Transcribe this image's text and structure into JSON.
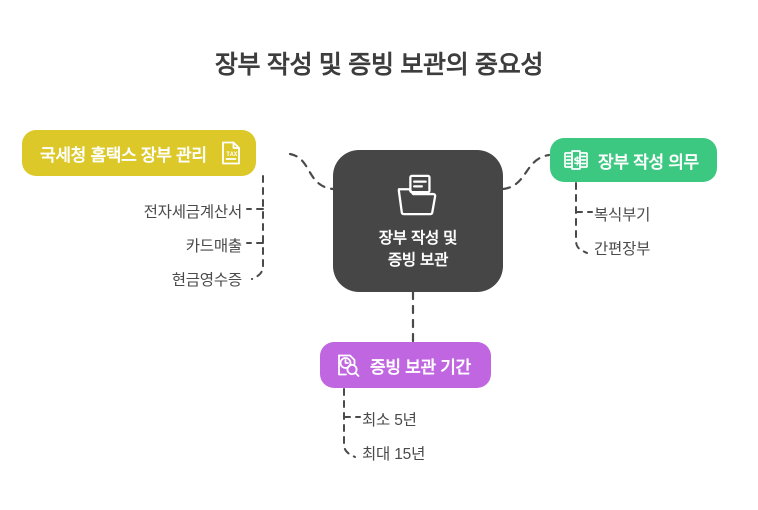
{
  "title": "장부 작성 및 증빙 보관의 중요성",
  "colors": {
    "background": "#ffffff",
    "title_text": "#3d3d3d",
    "center_node": "#464646",
    "hometax_node": "#DCC828",
    "duty_node": "#3DC882",
    "period_node": "#C066E0",
    "connector": "#4a4a4a",
    "leaf_text": "#4a4a4a"
  },
  "center": {
    "label_line1": "장부 작성 및",
    "label_line2": "증빙 보관",
    "icon": "open-folder-document-icon"
  },
  "branches": [
    {
      "id": "hometax",
      "label": "국세청 홈택스 장부 관리",
      "icon": "tax-document-icon",
      "color": "#DCC828",
      "leaves": [
        "전자세금계산서",
        "카드매출",
        "현금영수증"
      ]
    },
    {
      "id": "duty",
      "label": "장부 작성 의무",
      "icon": "ledger-book-dollar-icon",
      "color": "#3DC882",
      "leaves": [
        "복식부기",
        "간편장부"
      ]
    },
    {
      "id": "period",
      "label": "증빙 보관 기간",
      "icon": "document-clock-search-icon",
      "color": "#C066E0",
      "leaves": [
        "최소 5년",
        "최대 15년"
      ]
    }
  ],
  "leaves": {
    "hometax_1": "전자세금계산서",
    "hometax_2": "카드매출",
    "hometax_3": "현금영수증",
    "duty_1": "복식부기",
    "duty_2": "간편장부",
    "period_1": "최소 5년",
    "period_2": "최대 15년"
  }
}
